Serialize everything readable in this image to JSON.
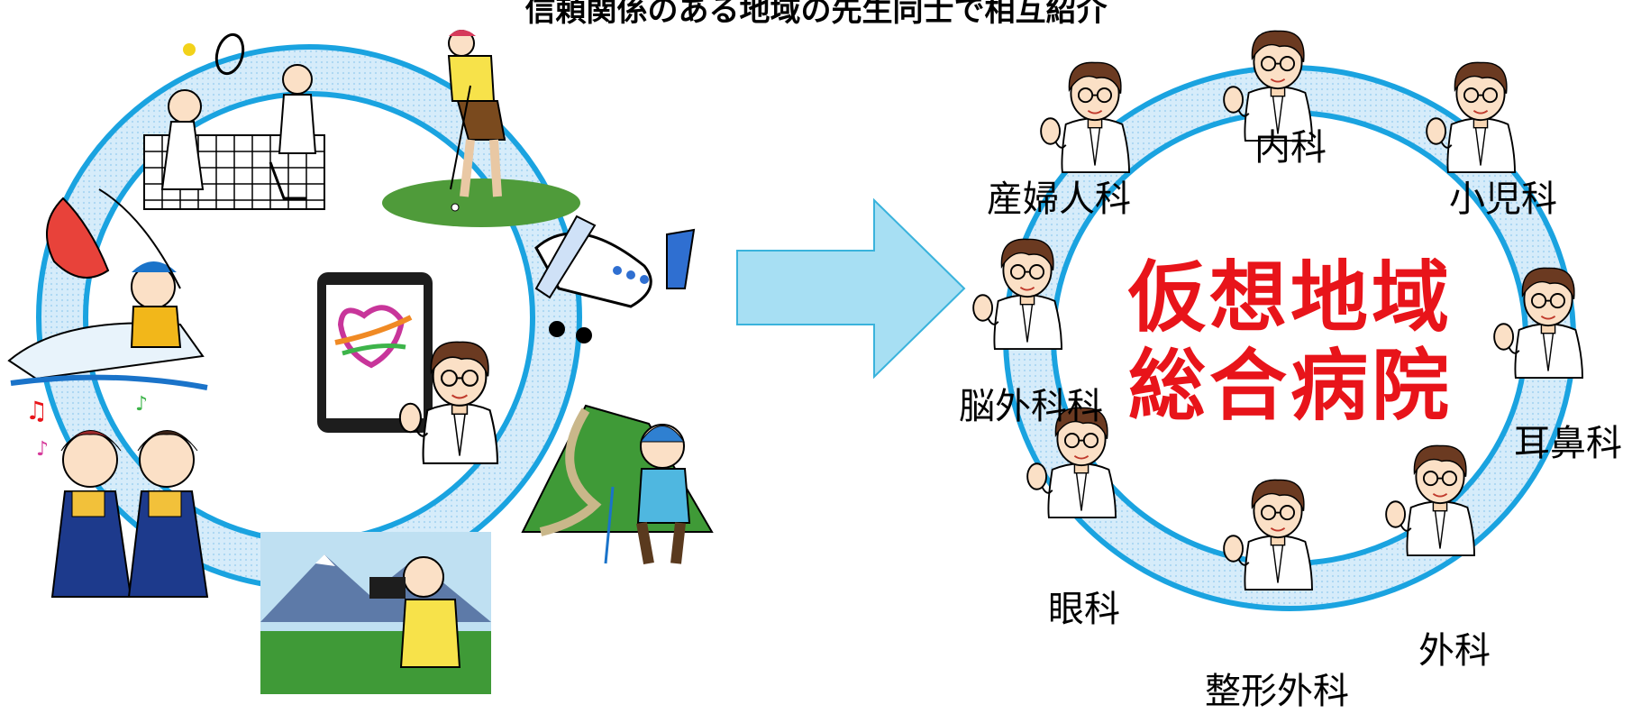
{
  "header": {
    "title": "信頼関係のある地域の先生同士で相互紹介"
  },
  "center": {
    "line1": "仮想地域",
    "line2": "総合病院"
  },
  "departments": [
    {
      "key": "internal",
      "label": "内科"
    },
    {
      "key": "obgyn",
      "label": "産婦人科"
    },
    {
      "key": "pediatrics",
      "label": "小児科"
    },
    {
      "key": "neurosurgery",
      "label": "脳外科科"
    },
    {
      "key": "ent",
      "label": "耳鼻科"
    },
    {
      "key": "ophthalmology",
      "label": "眼科"
    },
    {
      "key": "surgery",
      "label": "外科"
    },
    {
      "key": "orthopedics",
      "label": "整形外科"
    }
  ],
  "colors": {
    "ring_stroke": "#1aa3e0",
    "ring_fill": "#cfe9f8",
    "arrow_fill": "#9fdcf2",
    "arrow_stroke": "#3ab3dc",
    "center_text": "#e8141a"
  },
  "icons": {
    "left_scenes": [
      "tennis-players",
      "golfer",
      "fishing-boy",
      "airplane",
      "tablet-with-logo",
      "doctor",
      "singers",
      "hiker",
      "photographer"
    ],
    "ring_doctors": "doctor-waving"
  }
}
